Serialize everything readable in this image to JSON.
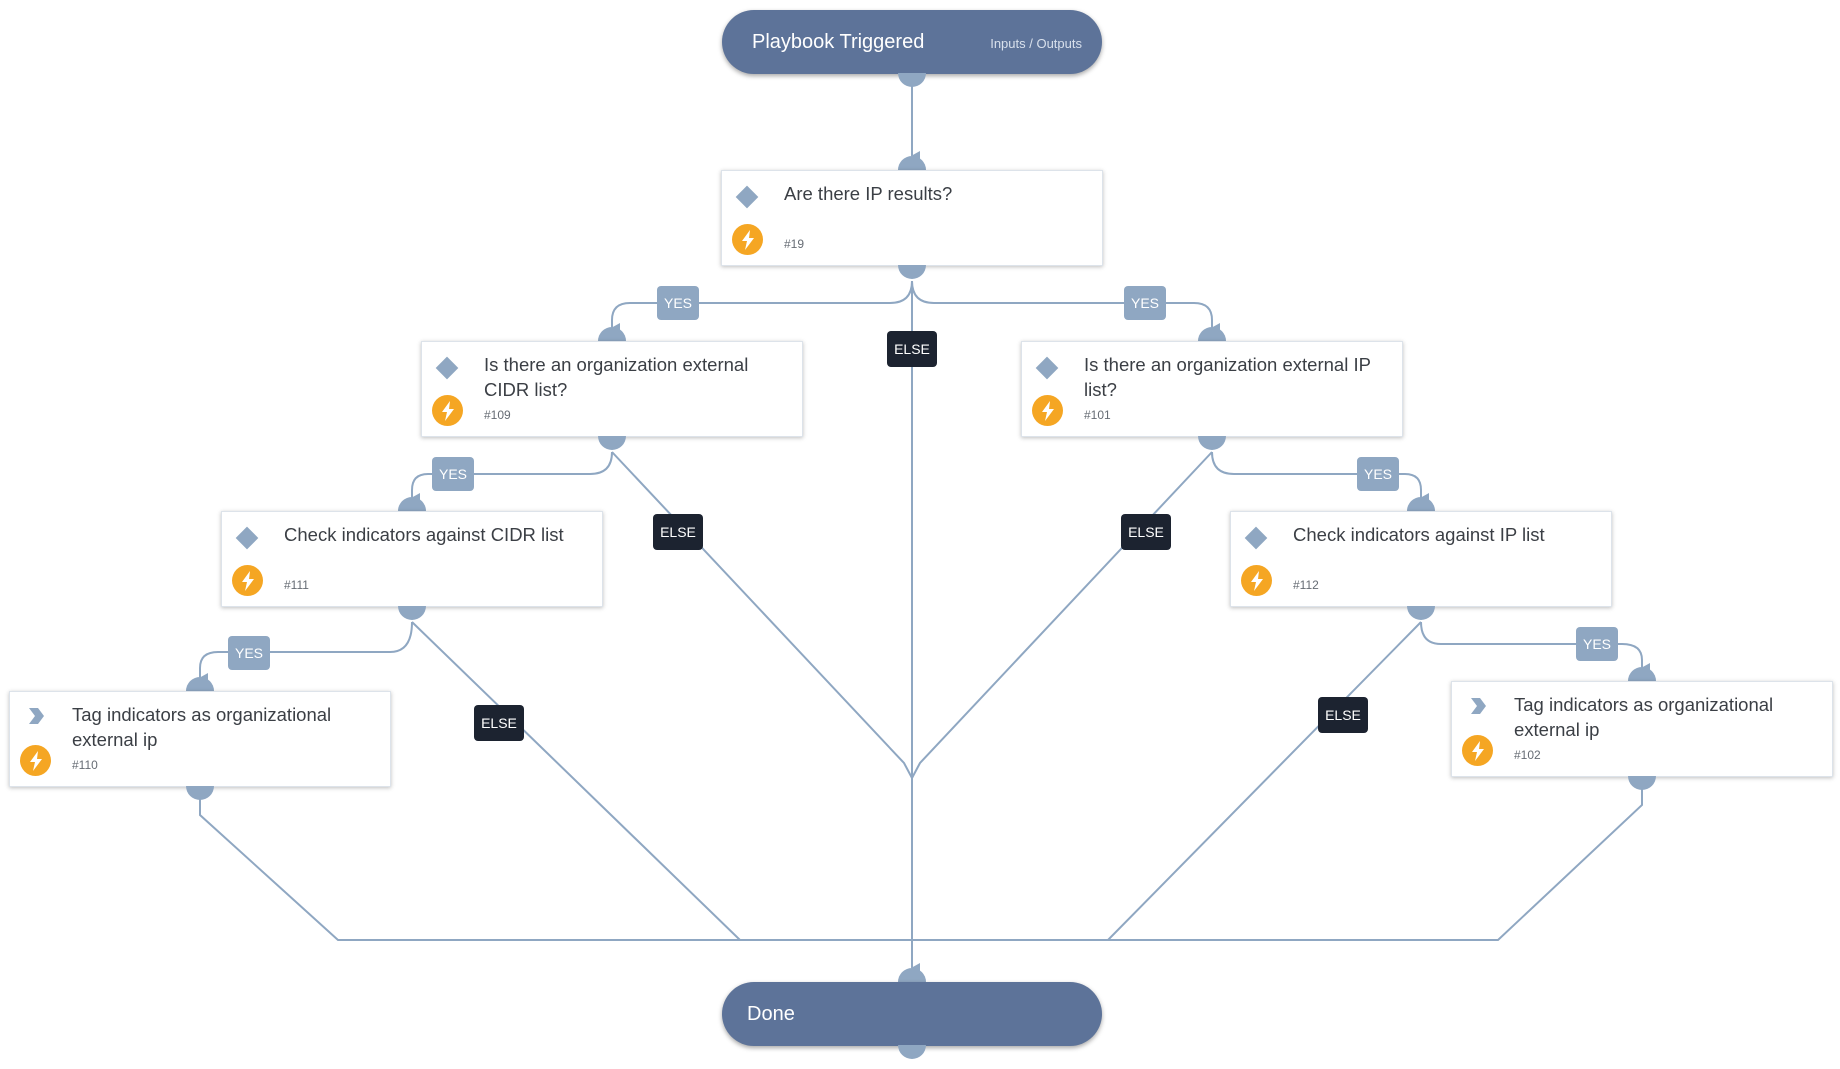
{
  "start": {
    "label": "Playbook Triggered",
    "io": "Inputs / Outputs"
  },
  "end": {
    "label": "Done"
  },
  "tasks": [
    {
      "title": "Are there IP results?",
      "num": "#19"
    },
    {
      "title": "Is there an organization external CIDR list?",
      "num": "#109"
    },
    {
      "title": "Is there an organization external IP list?",
      "num": "#101"
    },
    {
      "title": "Check indicators against CIDR list",
      "num": "#111"
    },
    {
      "title": "Check indicators against IP list",
      "num": "#112"
    },
    {
      "title": "Tag indicators as organizational external ip",
      "num": "#110"
    },
    {
      "title": "Tag indicators as organizational external ip",
      "num": "#102"
    }
  ],
  "branch_labels": {
    "yes": "YES",
    "else": "ELSE"
  },
  "icons": {
    "condition": "diamond-icon",
    "action": "chevron-right-icon",
    "automation": "lightning-bolt-icon"
  },
  "colors": {
    "terminal": "#5d7399",
    "connector": "#8fa7c2",
    "yes_label": "#8fa7c2",
    "else_label": "#1c2330",
    "automation_badge": "#f5a623"
  }
}
